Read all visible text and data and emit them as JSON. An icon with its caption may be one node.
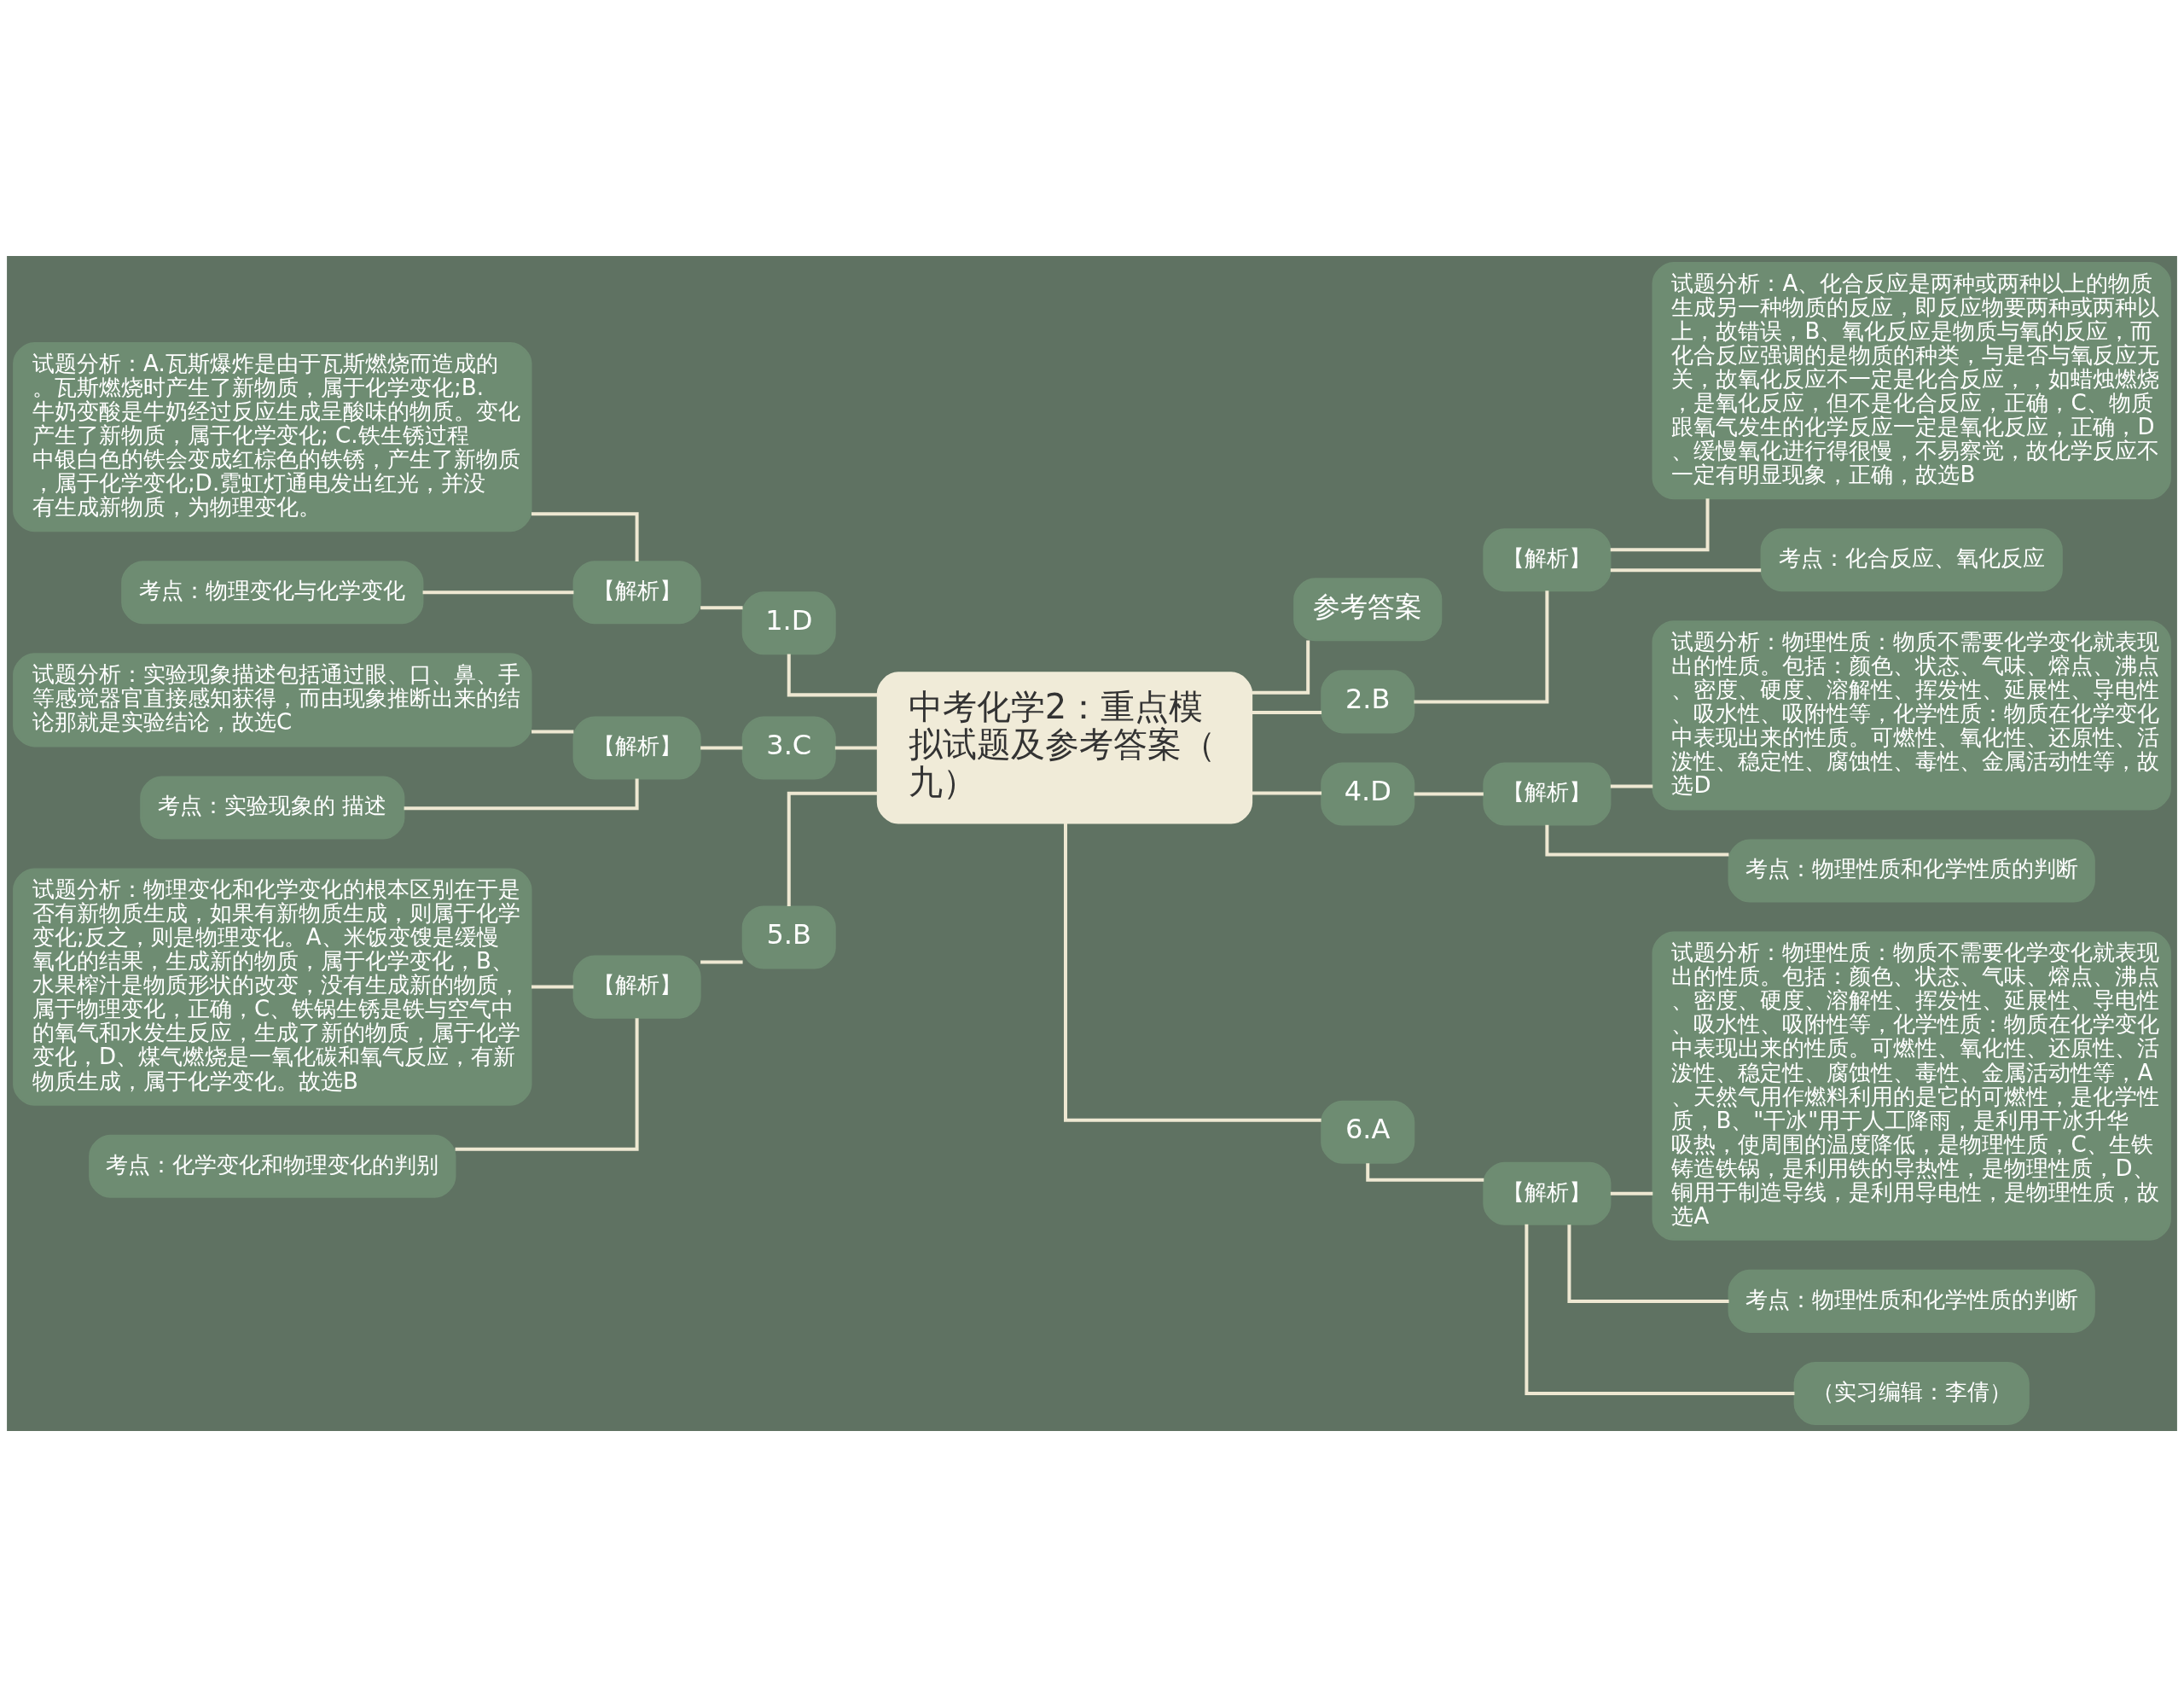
{
  "diagram": {
    "nodes": [
      {
        "text": [
          "中考化学2：重点模拟试题及参考答案（九）"
        ]
      },
      {
        "text": [
          "参考答案"
        ]
      },
      {
        "text": [
          "1.D"
        ]
      },
      {
        "text": [
          "【解析】"
        ]
      },
      {
        "text": [
          "试题分析：A.瓦斯爆炸是由于瓦斯燃烧而造成的。瓦斯燃烧时产生了新物质，属于化学变化;B.牛奶变酸是牛奶经过反应生成呈酸味的物质。变化产生了新物质，属于化学变化; C.铁生锈过程中银白色的铁会变成红棕色的铁锈，产生了新物质，属于化学变化;D.霓虹灯通电发出红光，并没有生成新物质，为物理变化。"
        ]
      },
      {
        "text": [
          "考点：物理变化与化学变化"
        ]
      },
      {
        "text": [
          "2.B"
        ]
      },
      {
        "text": [
          "【解析】"
        ]
      },
      {
        "text": [
          "试题分析：A、化合反应是两种或两种以上的物质生成另一种物质的反应，即反应物要两种或两种以上，故错误，B、氧化反应是物质与氧的反应，而化合反应强调的是物质的种类，与是否与氧反应无关，故氧化反应不一定是化合反应，，如蜡烛燃烧，是氧化反应，但不是化合反应，正确，C、物质跟氧气发生的化学反应一定是氧化反应，正确，D、缓慢氧化进行得很慢，不易察觉，故化学反应不一定有明显现象，正确，故选B"
        ]
      },
      {
        "text": [
          "考点：化合反应、氧化反应"
        ]
      },
      {
        "text": [
          "3.C"
        ]
      },
      {
        "text": [
          "【解析】"
        ]
      },
      {
        "text": [
          "试题分析：实验现象描述包括通过眼、口、鼻、手等感觉器官直接感知获得，而由现象推断出来的结论那就是实验结论，故选C"
        ]
      },
      {
        "text": [
          "考点：实验现象的 描述"
        ]
      },
      {
        "text": [
          "4.D"
        ]
      },
      {
        "text": [
          "【解析】"
        ]
      },
      {
        "text": [
          "试题分析：物理性质：物质不需要化学变化就表现出的性质。包括：颜色、状态、气味、熔点、沸点、密度、硬度、溶解性、挥发性、延展性、导电性、吸水性、吸附性等，化学性质：物质在化学变化中表现出来的性质。可燃性、氧化性、还原性、活泼性、稳定性、腐蚀性、毒性、金属活动性等，故选D"
        ]
      },
      {
        "text": [
          "考点：物理性质和化学性质的判断"
        ]
      },
      {
        "text": [
          "5.B"
        ]
      },
      {
        "text": [
          "【解析】"
        ]
      },
      {
        "text": [
          "试题分析：物理变化和化学变化的根本区别在于是否有新物质生成，如果有新物质生成，则属于化学变化;反之，则是物理变化。A、米饭变馊是缓慢氧化的结果，生成新的物质，属于化学变化，B、水果榨汁是物质形状的改变，没有生成新的物质，属于物理变化，正确，C、铁锅生锈是铁与空气中的氧气和水发生反应，生成了新的物质，属于化学变化，D、煤气燃烧是一氧化碳和氧气反应，有新物质生成，属于化学变化。故选B"
        ]
      },
      {
        "text": [
          "考点：化学变化和物理变化的判别"
        ]
      },
      {
        "text": [
          "6.A"
        ]
      },
      {
        "text": [
          "【解析】"
        ]
      },
      {
        "text": [
          "试题分析：物理性质：物质不需要化学变化就表现出的性质。包括：颜色、状态、气味、熔点、沸点、密度、硬度、溶解性、挥发性、延展性、导电性、吸水性、吸附性等，化学性质：物质在化学变化中表现出来的性质。可燃性、氧化性、还原性、活泼性、稳定性、腐蚀性、毒性、金属活动性等，A、天然气用作燃料利用的是它的可燃性，是化学性质，B、\"干冰\"用于人工降雨，是利用干冰升华吸热，使周围的温度降低，是物理性质，C、生铁铸造铁锅，是利用铁的导热性，是物理性质，D、铜用于制造导线，是利用导电性，是物理性质，故选A"
        ]
      },
      {
        "text": [
          "考点：物理性质和化学性质的判断"
        ]
      },
      {
        "text": [
          "（实习编辑：李倩）"
        ]
      }
    ],
    "edges": [
      {
        "from": 0,
        "to": 1,
        "arrow": "none"
      },
      {
        "from": 0,
        "to": 2,
        "arrow": "none"
      },
      {
        "from": 2,
        "to": 3,
        "arrow": "none"
      },
      {
        "from": 3,
        "to": 4,
        "arrow": "none"
      },
      {
        "from": 3,
        "to": 5,
        "arrow": "none"
      },
      {
        "from": 0,
        "to": 6,
        "arrow": "none"
      },
      {
        "from": 6,
        "to": 7,
        "arrow": "none"
      },
      {
        "from": 7,
        "to": 8,
        "arrow": "none"
      },
      {
        "from": 7,
        "to": 9,
        "arrow": "none"
      },
      {
        "from": 0,
        "to": 10,
        "arrow": "none"
      },
      {
        "from": 10,
        "to": 11,
        "arrow": "none"
      },
      {
        "from": 11,
        "to": 12,
        "arrow": "none"
      },
      {
        "from": 11,
        "to": 13,
        "arrow": "none"
      },
      {
        "from": 0,
        "to": 14,
        "arrow": "none"
      },
      {
        "from": 14,
        "to": 15,
        "arrow": "none"
      },
      {
        "from": 15,
        "to": 16,
        "arrow": "none"
      },
      {
        "from": 15,
        "to": 17,
        "arrow": "none"
      },
      {
        "from": 0,
        "to": 18,
        "arrow": "none"
      },
      {
        "from": 18,
        "to": 19,
        "arrow": "none"
      },
      {
        "from": 19,
        "to": 20,
        "arrow": "none"
      },
      {
        "from": 19,
        "to": 21,
        "arrow": "none"
      },
      {
        "from": 0,
        "to": 22,
        "arrow": "none"
      },
      {
        "from": 22,
        "to": 23,
        "arrow": "none"
      },
      {
        "from": 23,
        "to": 24,
        "arrow": "none"
      },
      {
        "from": 23,
        "to": 25,
        "arrow": "none"
      },
      {
        "from": 23,
        "to": 26,
        "arrow": "none"
      }
    ]
  }
}
